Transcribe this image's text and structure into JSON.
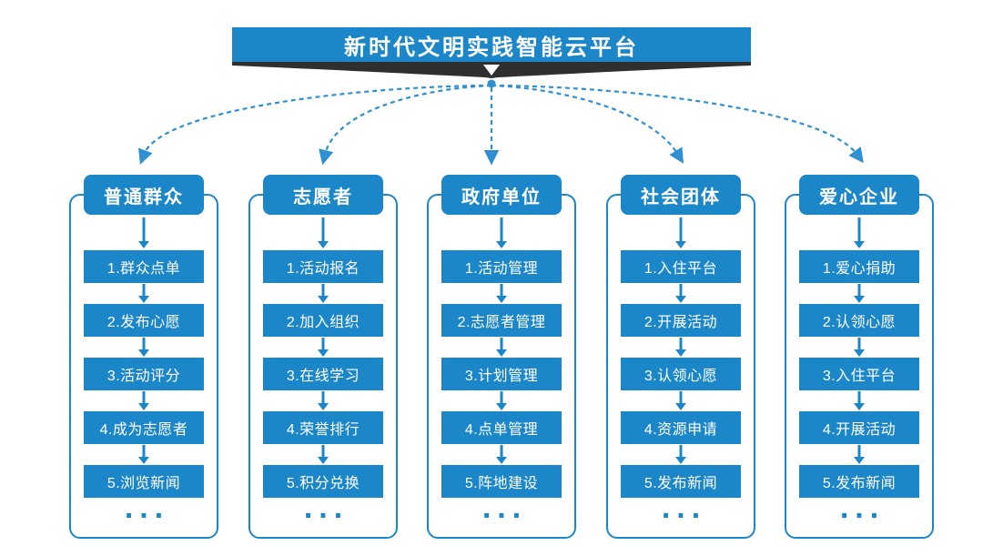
{
  "platform": {
    "title": "新时代文明实践智能云平台"
  },
  "colors": {
    "primary_blue": "#1b86c8",
    "connector_blue": "#2e8fd2",
    "ribbon_dark": "#2f2f2f",
    "text_on_blue": "#ffffff"
  },
  "columns": [
    {
      "title": "普通群众",
      "items": [
        "1.群众点单",
        "2.发布心愿",
        "3.活动评分",
        "4.成为志愿者",
        "5.浏览新闻"
      ],
      "more": "..."
    },
    {
      "title": "志愿者",
      "items": [
        "1.活动报名",
        "2.加入组织",
        "3.在线学习",
        "4.荣誉排行",
        "5.积分兑换"
      ],
      "more": "..."
    },
    {
      "title": "政府单位",
      "items": [
        "1.活动管理",
        "2.志愿者管理",
        "3.计划管理",
        "4.点单管理",
        "5.阵地建设"
      ],
      "more": "..."
    },
    {
      "title": "社会团体",
      "items": [
        "1.入住平台",
        "2.开展活动",
        "3.认领心愿",
        "4.资源申请",
        "5.发布新闻"
      ],
      "more": "..."
    },
    {
      "title": "爱心企业",
      "items": [
        "1.爱心捐助",
        "2.认领心愿",
        "3.入住平台",
        "4.开展活动",
        "5.发布新闻"
      ],
      "more": "..."
    }
  ]
}
